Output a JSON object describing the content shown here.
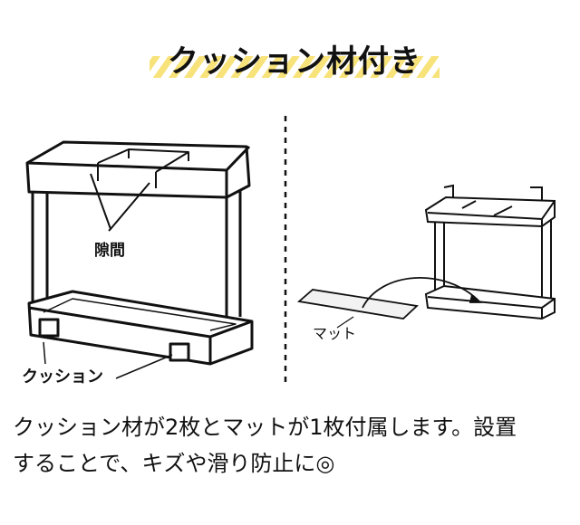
{
  "title": "クッション材付き",
  "labels": {
    "gap": "隙間",
    "cushion": "クッション",
    "mat": "マット"
  },
  "description": {
    "line1": "クッション材が2枚とマットが1枚付属します。設置",
    "line2": "することで、キズや滑り防止に◎"
  },
  "colors": {
    "stripe": "#f8e27a",
    "line": "#111111"
  }
}
